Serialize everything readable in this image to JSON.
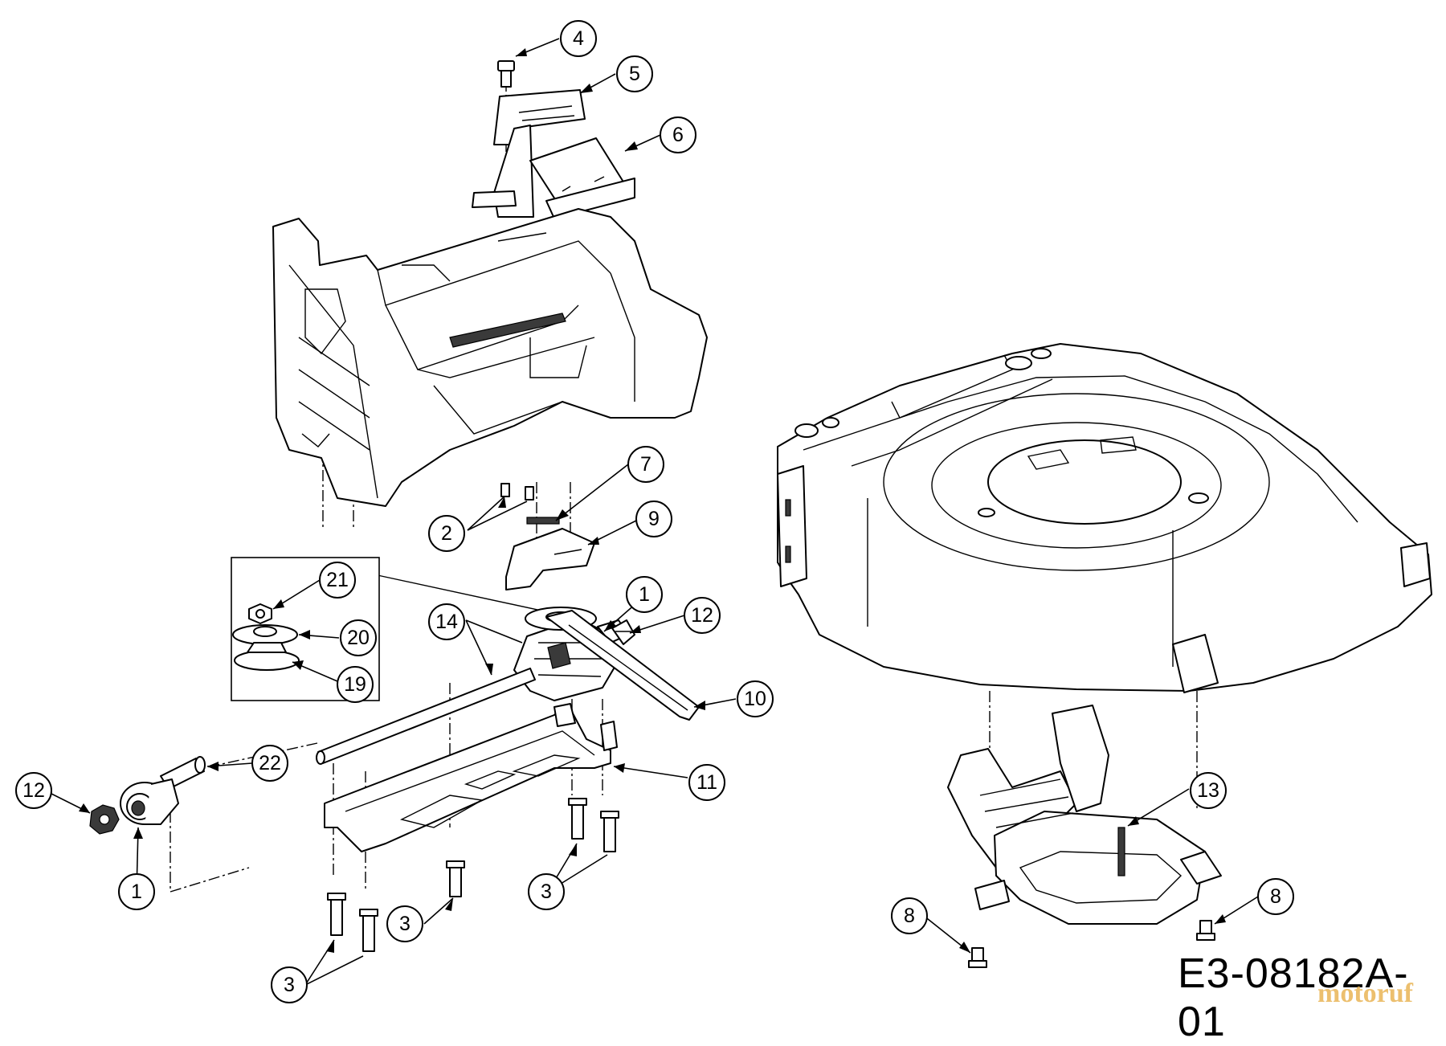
{
  "drawing": {
    "number": "E3-08182A-01",
    "watermark": "motoruf"
  },
  "callouts": [
    {
      "id": "c-4",
      "label": "4"
    },
    {
      "id": "c-5",
      "label": "5"
    },
    {
      "id": "c-6",
      "label": "6"
    },
    {
      "id": "c-7",
      "label": "7"
    },
    {
      "id": "c-2",
      "label": "2"
    },
    {
      "id": "c-9",
      "label": "9"
    },
    {
      "id": "c-21",
      "label": "21"
    },
    {
      "id": "c-20",
      "label": "20"
    },
    {
      "id": "c-19",
      "label": "19"
    },
    {
      "id": "c-1a",
      "label": "1"
    },
    {
      "id": "c-12a",
      "label": "12"
    },
    {
      "id": "c-14",
      "label": "14"
    },
    {
      "id": "c-10",
      "label": "10"
    },
    {
      "id": "c-22",
      "label": "22"
    },
    {
      "id": "c-12b",
      "label": "12"
    },
    {
      "id": "c-11",
      "label": "11"
    },
    {
      "id": "c-1b",
      "label": "1"
    },
    {
      "id": "c-3a",
      "label": "3"
    },
    {
      "id": "c-3b",
      "label": "3"
    },
    {
      "id": "c-3c",
      "label": "3"
    },
    {
      "id": "c-13",
      "label": "13"
    },
    {
      "id": "c-8a",
      "label": "8"
    },
    {
      "id": "c-8b",
      "label": "8"
    }
  ]
}
